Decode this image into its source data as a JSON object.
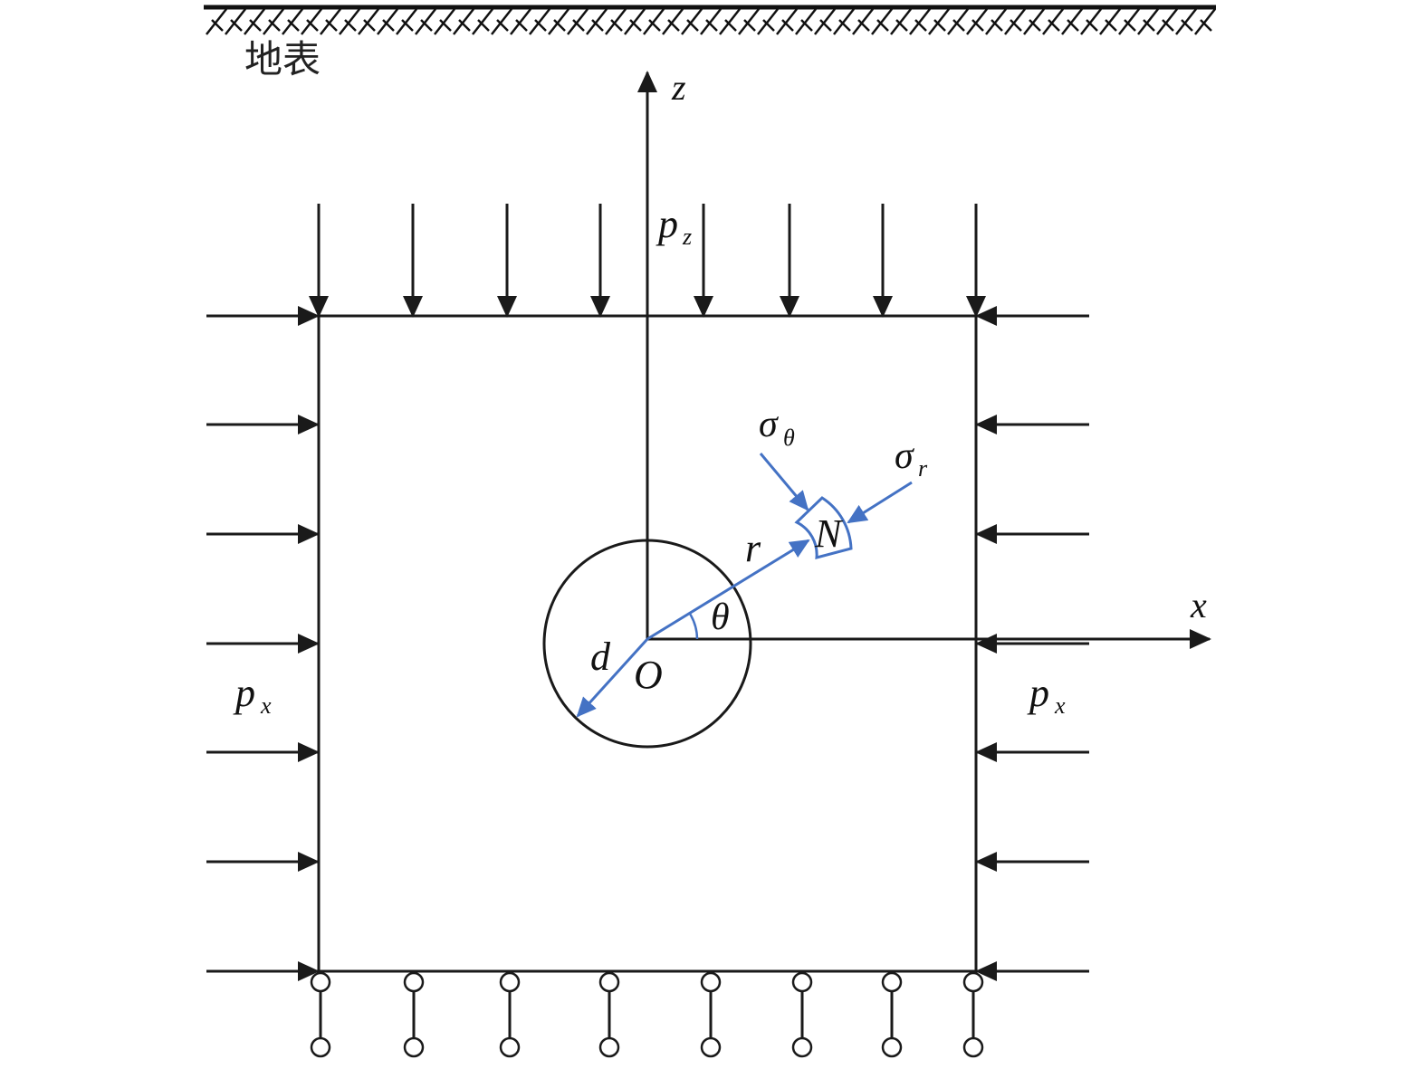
{
  "ground_label": "地表",
  "axes": {
    "z": "z",
    "x": "x",
    "origin": "O"
  },
  "loads": {
    "vertical": {
      "main": "p",
      "sub": "z"
    },
    "horizontal": {
      "main": "p",
      "sub": "x"
    }
  },
  "tunnel": {
    "diameter_label": "d"
  },
  "element": {
    "label": "N",
    "radius_label": "r",
    "angle_label": "θ",
    "radial_stress": {
      "main": "σ",
      "sub": "r"
    },
    "hoop_stress": {
      "main": "σ",
      "sub": "θ"
    }
  },
  "colors": {
    "line": "#1a1a1a",
    "accent": "#4472c4"
  }
}
